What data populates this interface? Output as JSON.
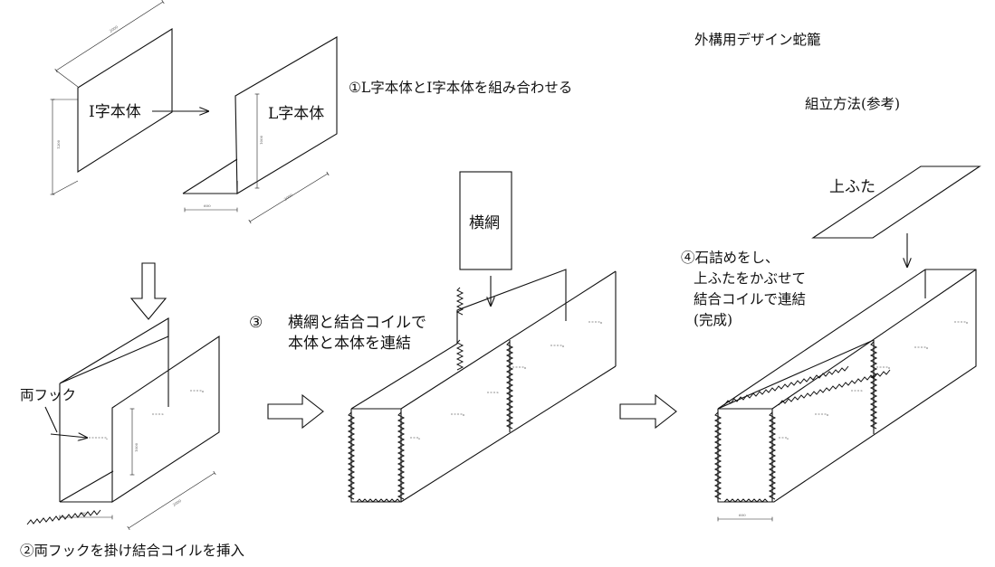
{
  "title": "外構用デザイン蛇籠",
  "subtitle": "組立方法(参考)",
  "steps": {
    "step1": "①L字本体とI字本体を組み合わせる",
    "step2": "②両フックを掛け結合コイルを挿入",
    "step3_num": "③",
    "step3_line1": "横網と結合コイルで",
    "step3_line2": "本体と本体を連結",
    "step4_line1": "④石詰めをし、",
    "step4_line2": "上ふたをかぶせて",
    "step4_line3": "結合コイルで連結",
    "step4_line4": "(完成)"
  },
  "parts": {
    "i_body": "I字本体",
    "l_body": "L字本体",
    "side_mesh": "横網",
    "top_lid": "上ふた",
    "double_hook": "両フック"
  }
}
